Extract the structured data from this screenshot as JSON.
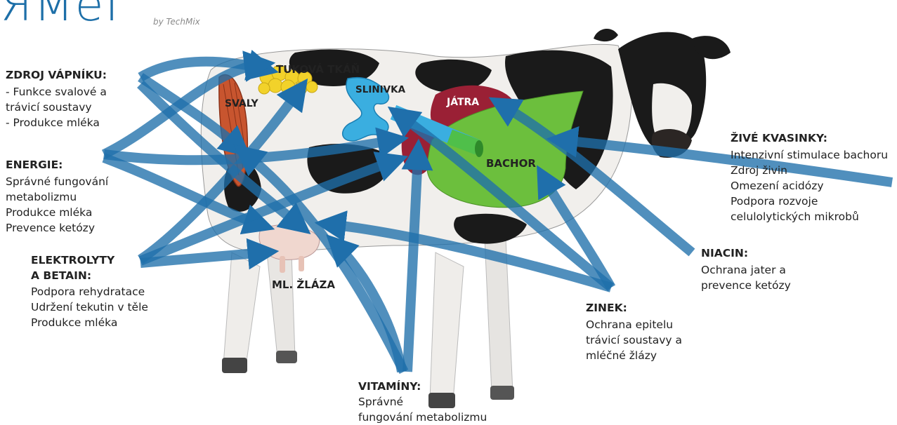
{
  "logo": {
    "text": "ЯMeI",
    "byline": "by TechMix"
  },
  "organs": {
    "fat": "TUKOVÁ TKÁŇ",
    "pancreas": "SLINIVKA",
    "liver": "JÁTRA",
    "muscles": "SVALY",
    "rumen": "BACHOR",
    "udder": "ML. ŽLÁZA"
  },
  "callouts": {
    "calcium": {
      "title": "ZDROJ VÁPNÍKU:",
      "body": "- Funkce svalové a\n   trávicí soustavy\n- Produkce mléka"
    },
    "energy": {
      "title": "ENERGIE:",
      "body": "Správné fungování\nmetabolizmu\nProdukce mléka\nPrevence ketózy"
    },
    "electrolytes": {
      "title": "ELEKTROLYTY\nA BETAIN:",
      "body": "Podpora rehydratace\nUdržení tekutin v těle\nProdukce mléka"
    },
    "vitamins": {
      "title": "VITAMÍNY:",
      "body": "Správné\nfungování metabolizmu"
    },
    "zinc": {
      "title": "ZINEK:",
      "body": "Ochrana epitelu\ntrávicí soustavy a\nmléčné žlázy"
    },
    "niacin": {
      "title": "NIACIN:",
      "body": "Ochrana jater a\nprevence ketózy"
    },
    "yeast": {
      "title": "ŽIVÉ KVASINKY:",
      "body": "Intenzivní stimulace bachoru\nZdroj živin\nOmezení acidózy\nPodpora rozvoje\ncelulolytických mikrobů"
    }
  },
  "colors": {
    "arrow": "#1f6fab",
    "muscle": "#c8552f",
    "fat": "#f2d22a",
    "pancreas": "#3aaee0",
    "liver": "#9a2035",
    "rumen": "#6cbf3d",
    "cow_white": "#f1efec",
    "cow_black": "#1a1a1a"
  }
}
